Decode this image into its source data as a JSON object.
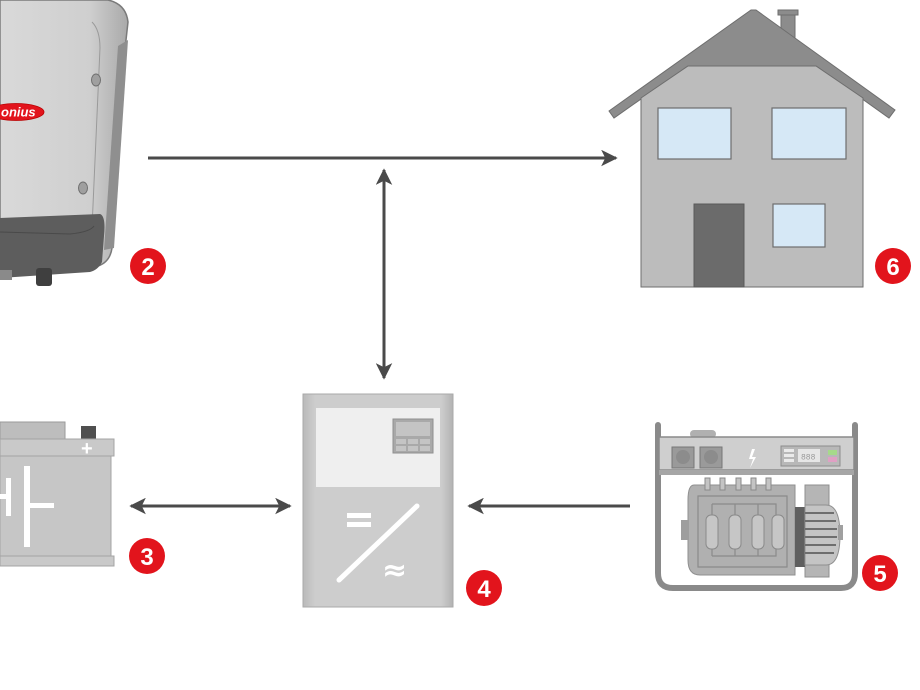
{
  "diagram": {
    "title": "Hybrid energy system overview",
    "components": [
      {
        "id": "inverter",
        "label": "Inverter",
        "badge": "2",
        "brand": "onius"
      },
      {
        "id": "battery",
        "label": "Battery",
        "badge": "3",
        "terminal_symbol": "+"
      },
      {
        "id": "battery-converter",
        "label": "DC/AC converter",
        "badge": "4",
        "symbol_dc": "=",
        "symbol_ac": "≈"
      },
      {
        "id": "generator",
        "label": "Generator",
        "badge": "5",
        "display_text": "888"
      },
      {
        "id": "house",
        "label": "Household loads",
        "badge": "6"
      }
    ],
    "connections": [
      {
        "from": "inverter",
        "to": "house",
        "direction": "one-way"
      },
      {
        "from": "inverter-house-line",
        "to": "battery-converter",
        "direction": "two-way"
      },
      {
        "from": "battery",
        "to": "battery-converter",
        "direction": "two-way"
      },
      {
        "from": "generator",
        "to": "battery-converter",
        "direction": "one-way"
      }
    ],
    "colors": {
      "badge": "#e2141c",
      "arrow": "#4a4a4a",
      "device_gray": "#c4c4c4",
      "window_blue": "#d6e8f6",
      "roof": "#8c8c8c"
    }
  }
}
